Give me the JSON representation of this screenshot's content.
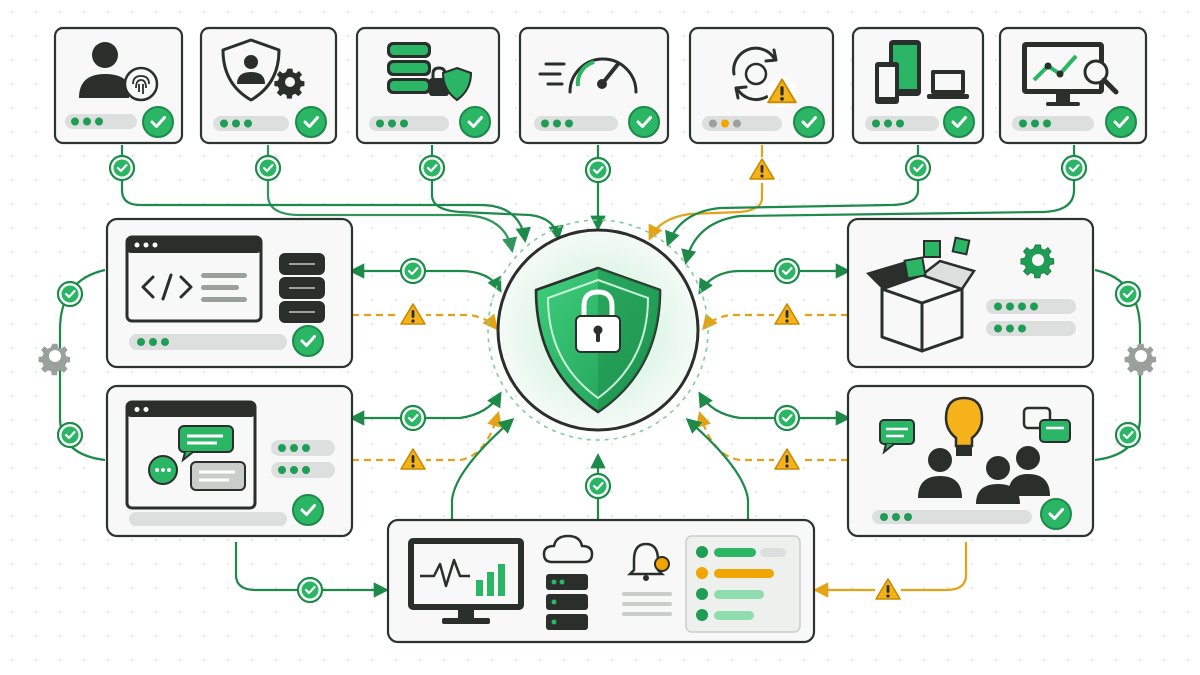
{
  "colors": {
    "accent_green": "#2bb665",
    "dark_green": "#1d8a4a",
    "warning_orange": "#f0a500",
    "ink": "#2a2f2c",
    "card_bg": "#f7f8f7"
  },
  "hub": {
    "icon": "shield-lock-icon"
  },
  "top_nodes": [
    {
      "id": "identity",
      "icon": "user-fingerprint-icon",
      "status": "ok"
    },
    {
      "id": "access-settings",
      "icon": "user-shield-gear-icon",
      "status": "ok"
    },
    {
      "id": "database-security",
      "icon": "database-lock-shield-icon",
      "status": "ok"
    },
    {
      "id": "performance",
      "icon": "speedometer-icon",
      "status": "ok"
    },
    {
      "id": "sync",
      "icon": "sync-warning-icon",
      "status": "warning"
    },
    {
      "id": "devices",
      "icon": "devices-icon",
      "status": "ok"
    },
    {
      "id": "analytics",
      "icon": "monitor-search-icon",
      "status": "ok"
    }
  ],
  "side_nodes": [
    {
      "id": "code-server",
      "icon": "code-window-server-icon",
      "status": "ok"
    },
    {
      "id": "chat",
      "icon": "chat-window-icon",
      "status": "ok"
    },
    {
      "id": "packages",
      "icon": "open-box-gear-icon",
      "status": "ok"
    },
    {
      "id": "team-ideas",
      "icon": "team-lightbulb-icon",
      "status": "ok"
    }
  ],
  "bottom_node": {
    "id": "monitoring",
    "icon": "monitor-cloud-server-bell-icon",
    "status": "ok"
  },
  "status_icons": {
    "ok": "check-circle-icon",
    "warning": "warning-triangle-icon"
  }
}
